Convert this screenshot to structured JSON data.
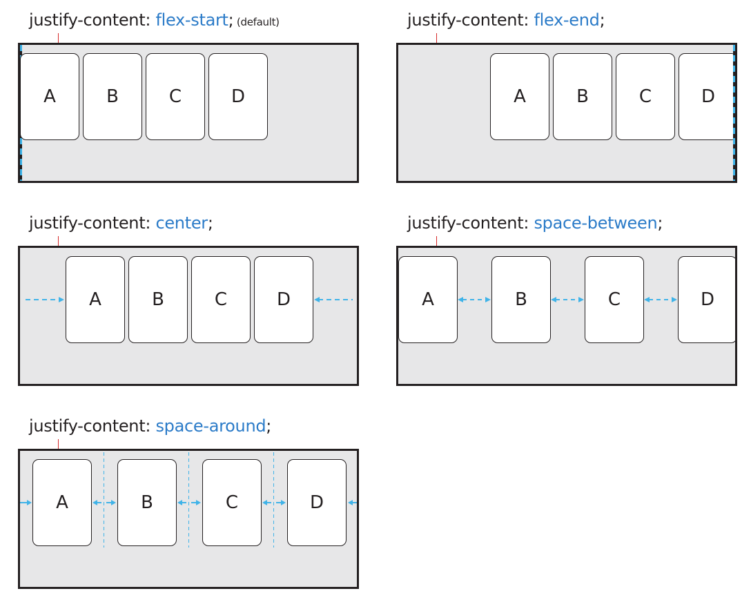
{
  "property": "justify-content",
  "items": [
    "A",
    "B",
    "C",
    "D"
  ],
  "colors": {
    "keyword": "#2b7bc8",
    "arrow": "#3fb3e8",
    "container_fill": "#e7e7e8",
    "border": "#231f20",
    "marker": "#d62828"
  },
  "panels": [
    {
      "id": "flex-start",
      "prefix": "justify-content: ",
      "value": "flex-start",
      "suffix": ";",
      "note": " (default)"
    },
    {
      "id": "flex-end",
      "prefix": "justify-content: ",
      "value": "flex-end",
      "suffix": ";",
      "note": ""
    },
    {
      "id": "center",
      "prefix": "justify-content: ",
      "value": "center",
      "suffix": ";",
      "note": ""
    },
    {
      "id": "space-between",
      "prefix": "justify-content: ",
      "value": "space-between",
      "suffix": ";",
      "note": ""
    },
    {
      "id": "space-around",
      "prefix": "justify-content: ",
      "value": "space-around",
      "suffix": ";",
      "note": ""
    }
  ]
}
